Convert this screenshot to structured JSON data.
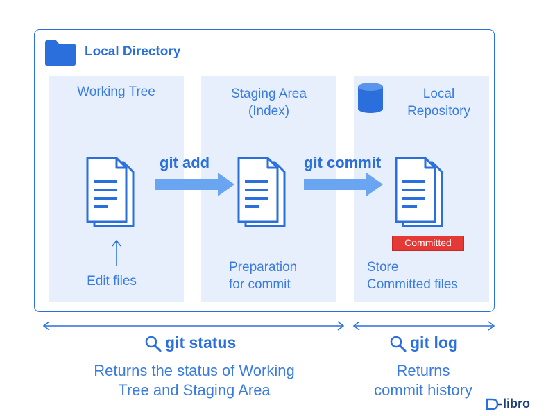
{
  "directory": {
    "title": "Local Directory",
    "icon": "folder-icon"
  },
  "panels": {
    "working_tree": {
      "label": "Working Tree",
      "note": "Edit files"
    },
    "staging_area": {
      "label_line1": "Staging Area",
      "label_line2": "(Index)",
      "note_line1": "Preparation",
      "note_line2": "for commit"
    },
    "local_repo": {
      "label_line1": "Local",
      "label_line2": "Repository",
      "note_line1": "Store",
      "note_line2": "Committed files",
      "badge": "Committed",
      "icon": "database-icon"
    }
  },
  "arrows": {
    "add": "git add",
    "commit": "git commit"
  },
  "status": {
    "command": "git status",
    "desc_line1": "Returns the status of Working",
    "desc_line2": "Tree and Staging Area"
  },
  "log": {
    "command": "git log",
    "desc_line1": "Returns",
    "desc_line2": "commit history"
  },
  "brand": {
    "logo": "libro"
  },
  "colors": {
    "accent": "#2a6fdb",
    "panel": "#e6effb",
    "arrow": "#6aa5f2",
    "badge": "#e53935"
  }
}
